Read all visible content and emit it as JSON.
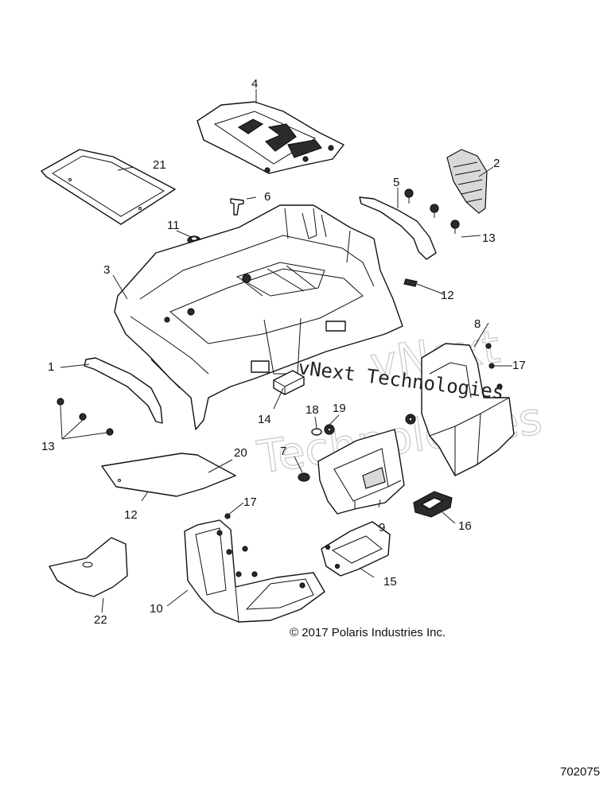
{
  "callouts": [
    "1",
    "2",
    "3",
    "4",
    "5",
    "6",
    "7",
    "8",
    "9",
    "10",
    "11",
    "12",
    "12",
    "13",
    "13",
    "14",
    "15",
    "16",
    "17",
    "17",
    "18",
    "19",
    "20",
    "21",
    "22"
  ],
  "copyright": "© 2017 Polaris Industries Inc.",
  "drawing_number": "702075",
  "watermark": {
    "main": "vNext Technologies",
    "ghost_line1": "vNext",
    "ghost_line2": "Technologies"
  }
}
